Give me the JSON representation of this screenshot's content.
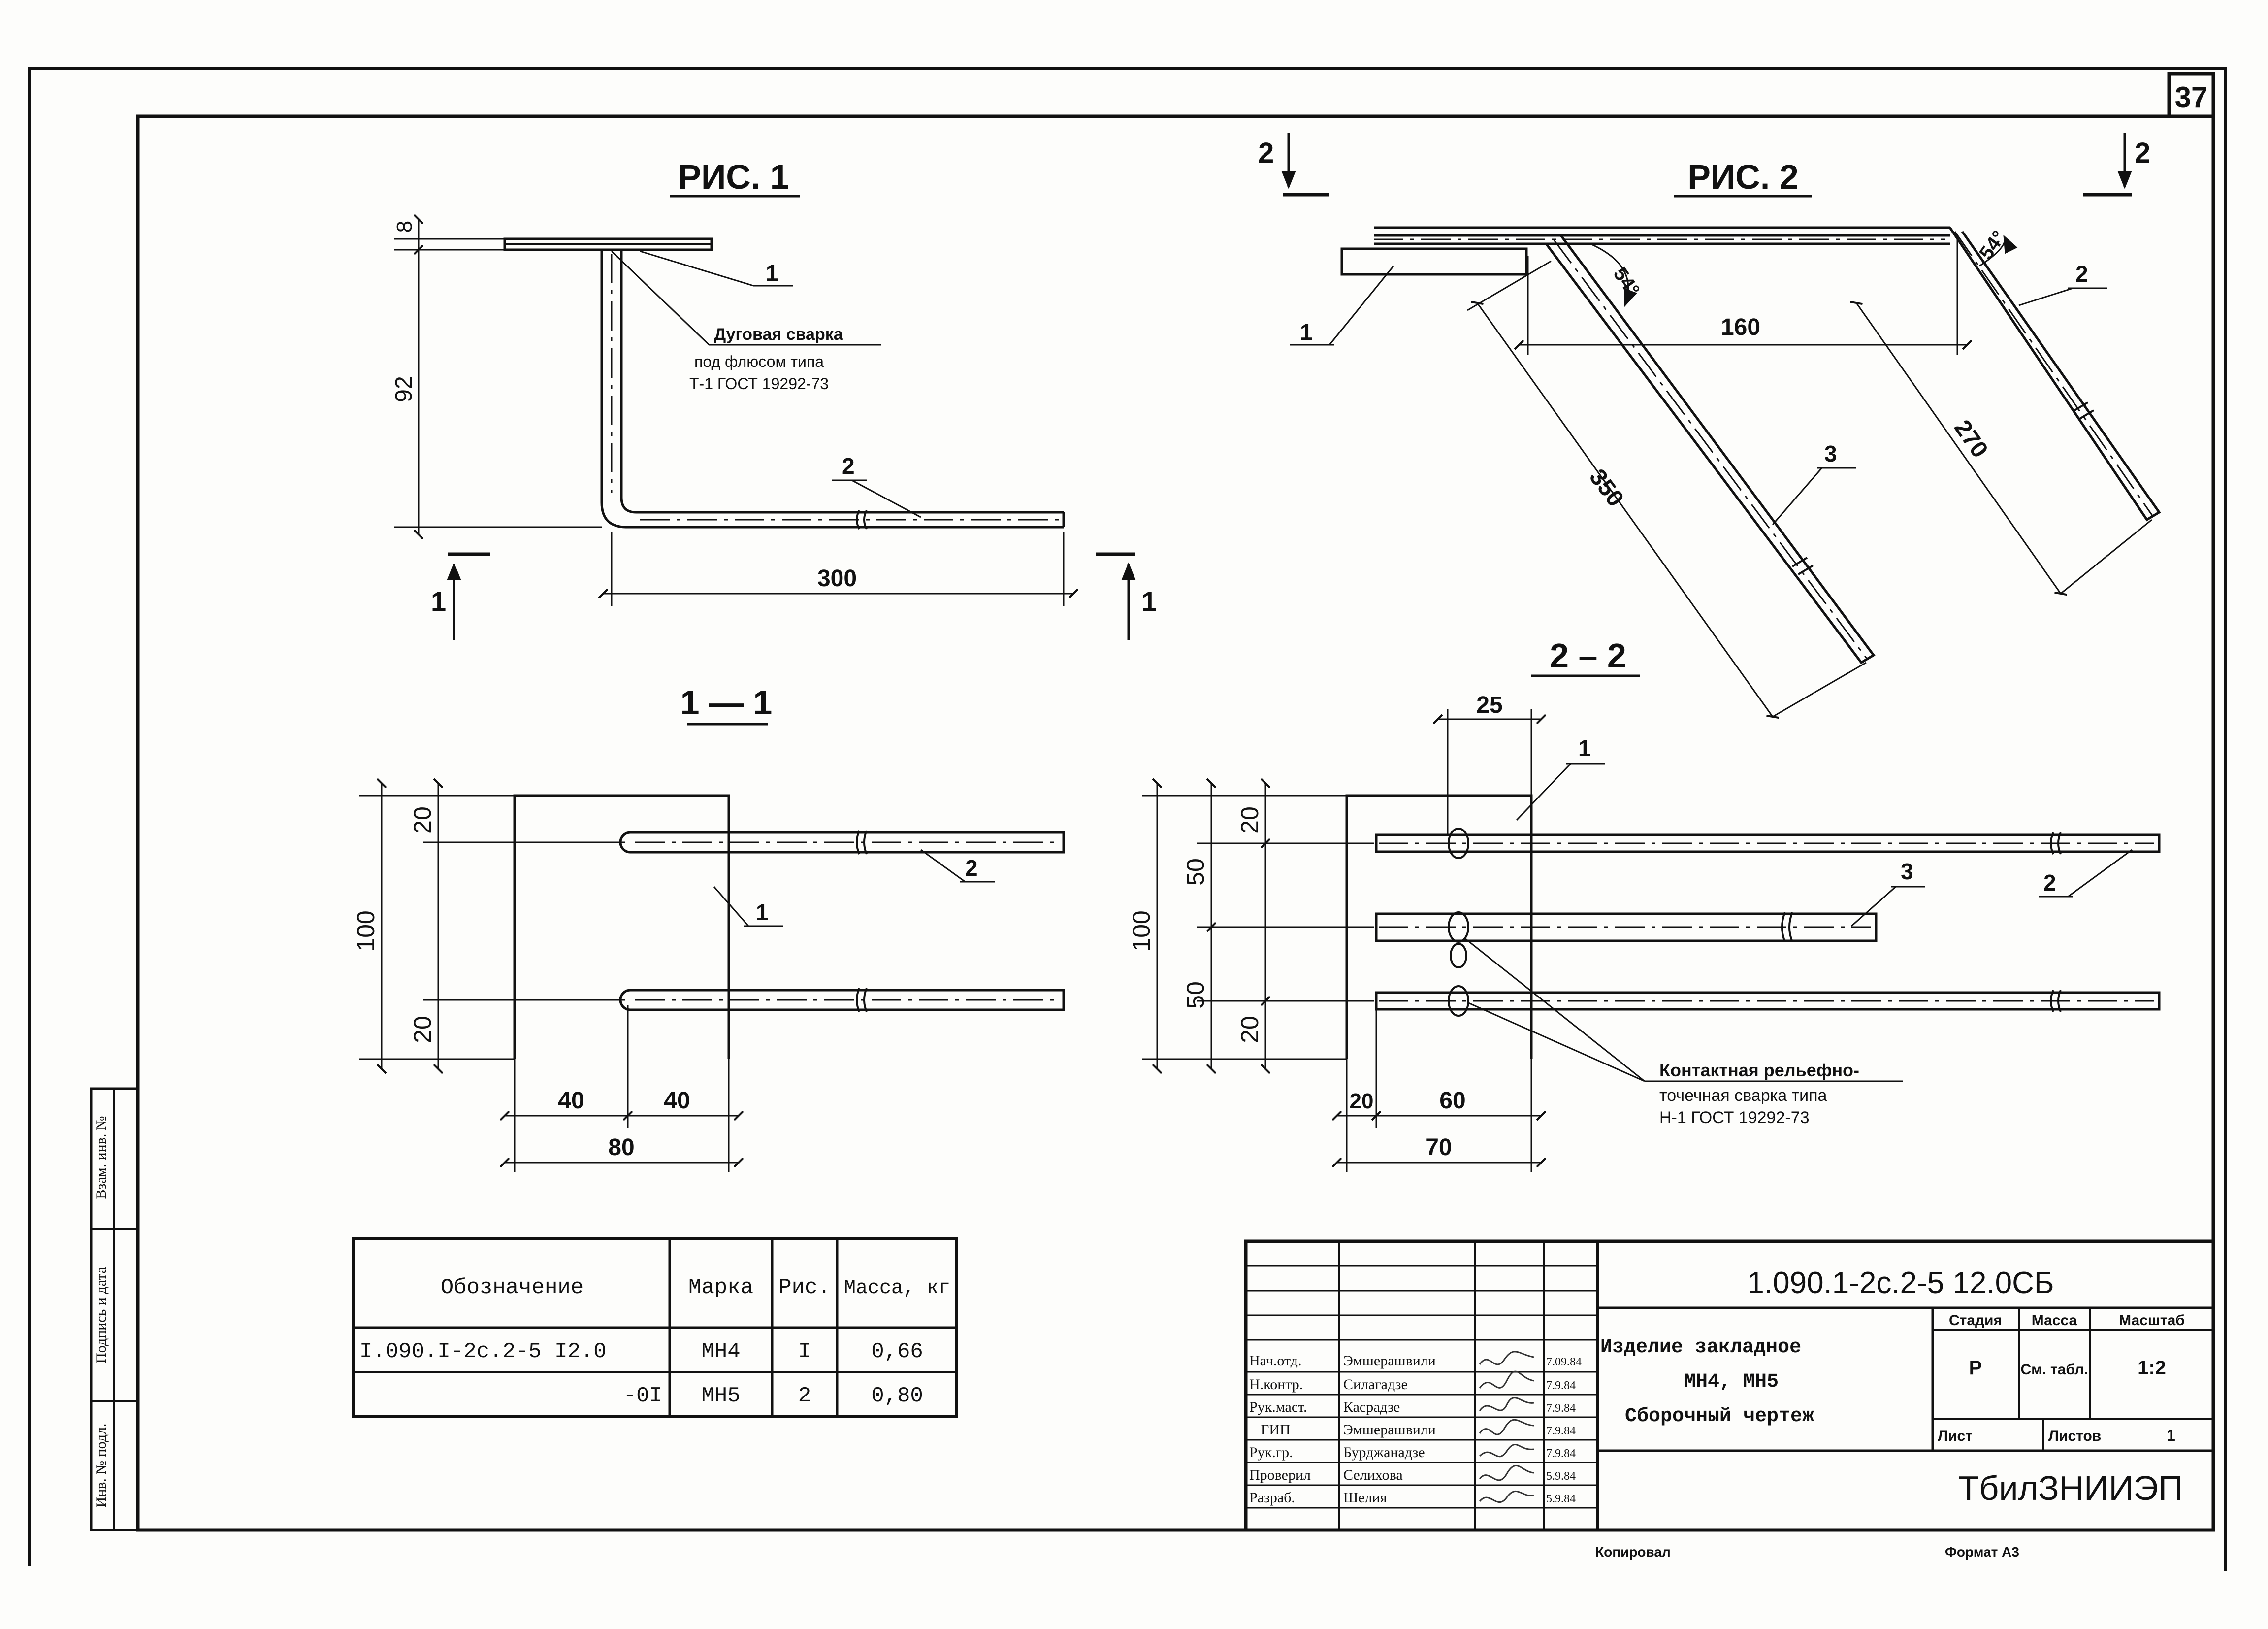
{
  "sheet": {
    "number": "37",
    "copied_label": "Копировал",
    "format_label": "Формат А3"
  },
  "figures": {
    "fig1": {
      "title": "РИС. 1"
    },
    "fig2": {
      "title": "РИС. 2"
    },
    "section11": {
      "title": "1 — 1"
    },
    "section22": {
      "title": "2 – 2"
    }
  },
  "section_marks": {
    "one": "1",
    "two": "2"
  },
  "part_labels": {
    "p1": "1",
    "p2": "2",
    "p3": "3"
  },
  "fig1": {
    "dims": {
      "top": "8",
      "height": "92",
      "length": "300"
    },
    "weld_note": [
      "Дуговая сварка",
      "под флюсом типа",
      "Т-1 ГОСТ 19292-73"
    ]
  },
  "fig2": {
    "dims": {
      "d160": "160",
      "d270": "270",
      "d350": "350",
      "angle_left": "54°",
      "angle_right": "54°"
    }
  },
  "sec11": {
    "dims": {
      "d100": "100",
      "d20a": "20",
      "d20b": "20",
      "d40a": "40",
      "d40b": "40",
      "d80": "80"
    }
  },
  "sec22": {
    "dims": {
      "d25": "25",
      "d100": "100",
      "d50a": "50",
      "d50b": "50",
      "d20a": "20",
      "d20b": "20",
      "d20c": "20",
      "d60": "60",
      "d70": "70"
    },
    "weld_note": [
      "Контактная рельефно-",
      "точечная сварка типа",
      "Н-1 ГОСТ 19292-73"
    ]
  },
  "spec_table": {
    "headers": [
      "Обозначение",
      "Марка",
      "Рис.",
      "Масса, кг"
    ],
    "rows": [
      {
        "designation": "I.090.I-2с.2-5 I2.0",
        "mark": "МН4",
        "fig": "I",
        "mass": "0,66"
      },
      {
        "designation": "-0I",
        "mark": "МН5",
        "fig": "2",
        "mass": "0,80"
      }
    ]
  },
  "title_block": {
    "code": "1.090.1-2с.2-5   12.0СБ",
    "product": [
      "Изделие закладное",
      "МН4, МН5",
      "Сборочный чертеж"
    ],
    "roles": [
      {
        "role": "Нач.отд.",
        "name": "Эмшерашвили",
        "date": "7.09.84"
      },
      {
        "role": "Н.контр.",
        "name": "Силагадзе",
        "date": "7.9.84"
      },
      {
        "role": "Рук.маст.",
        "name": "Касрадзе",
        "date": "7.9.84"
      },
      {
        "role": "ГИП",
        "name": "Эмшерашвили",
        "date": "7.9.84"
      },
      {
        "role": "Рук.гр.",
        "name": "Бурджанадзе",
        "date": "7.9.84"
      },
      {
        "role": "Проверил",
        "name": "Селихова",
        "date": "5.9.84"
      },
      {
        "role": "Разраб.",
        "name": "Шелия",
        "date": "5.9.84"
      }
    ],
    "stage_header": "Стадия",
    "mass_header": "Масса",
    "scale_header": "Масштаб",
    "stage": "Р",
    "mass": "См. табл.",
    "scale": "1:2",
    "sheet_label": "Лист",
    "sheets_label": "Листов",
    "sheets": "1",
    "org": "ТбилЗНИИЭП"
  },
  "side_stamp": [
    "Инв. № подл.",
    "Подпись и дата",
    "Взам. инв. №"
  ]
}
